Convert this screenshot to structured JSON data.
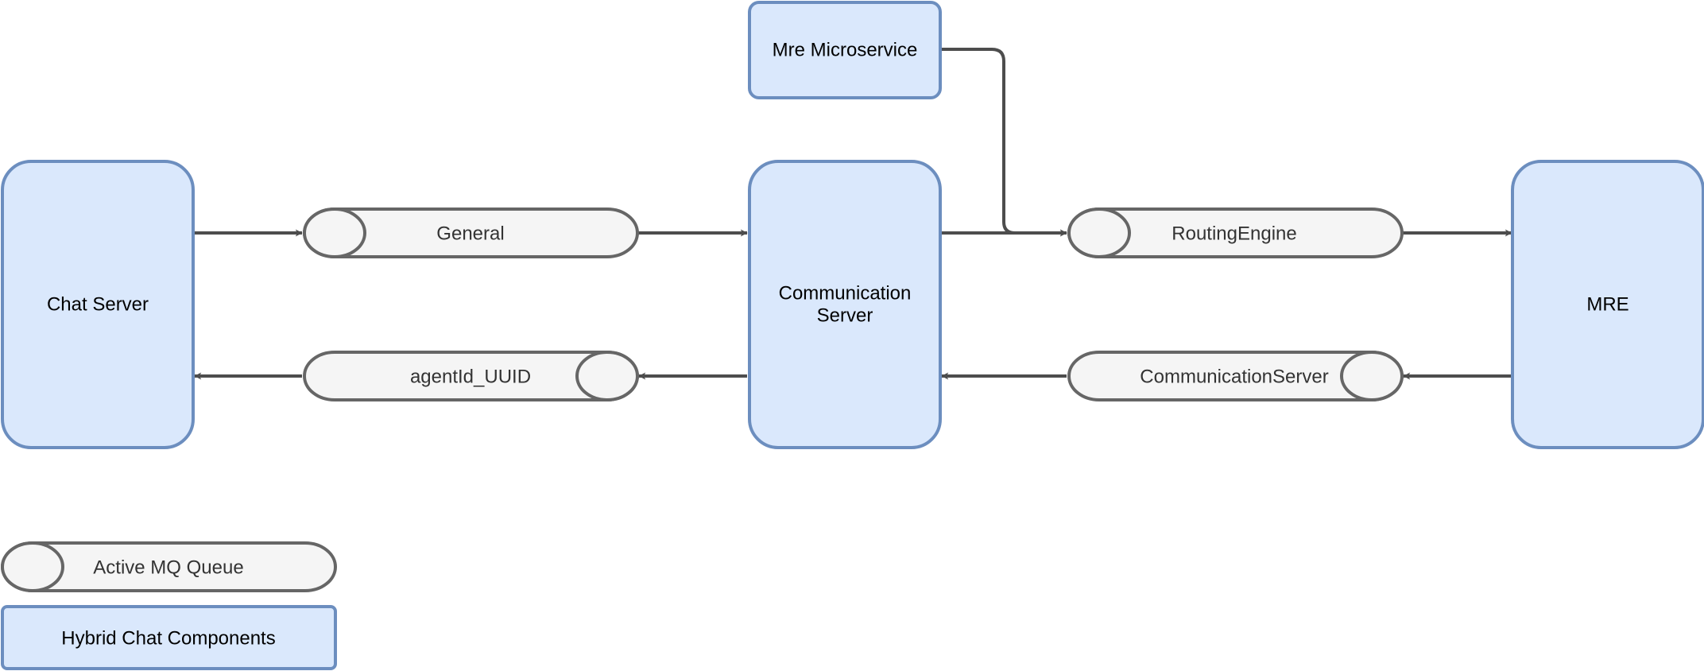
{
  "colors": {
    "component_fill": "#dae8fc",
    "component_stroke": "#6c8ebf",
    "queue_fill": "#f5f5f5",
    "queue_stroke": "#666666",
    "edge": "#4d4d4d"
  },
  "components": {
    "chat_server": "Chat Server",
    "communication_server_line1": "Communication",
    "communication_server_line2": "Server",
    "mre": "MRE",
    "mre_microservice": "Mre Microservice"
  },
  "queues": {
    "general": "General",
    "agent_id_uuid": "agentId_UUID",
    "routing_engine": "RoutingEngine",
    "communication_server": "CommunicationServer"
  },
  "legend": {
    "queue_label": "Active MQ Queue",
    "component_label": "Hybrid Chat Components"
  }
}
